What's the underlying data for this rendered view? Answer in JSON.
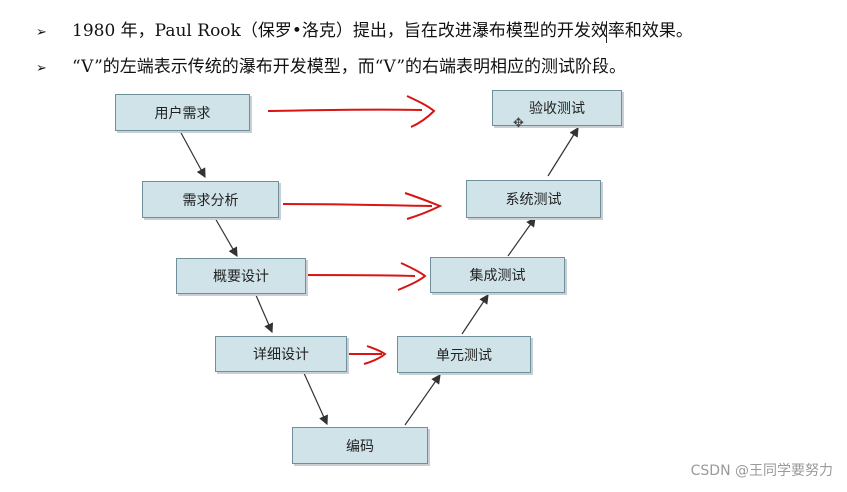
{
  "bullets": [
    {
      "marker": "➢",
      "text": "1980 年，Paul Rook（保罗•洛克）提出，旨在改进瀑布模型的开发效率和效果。"
    },
    {
      "marker": "➢",
      "text": "“V”的左端表示传统的瀑布开发模型，而“V”的右端表明相应的测试阶段。"
    }
  ],
  "diagram": {
    "left": [
      "用户需求",
      "需求分析",
      "概要设计",
      "详细设计"
    ],
    "bottom": "编码",
    "right": [
      "验收测试",
      "系统测试",
      "集成测试",
      "单元测试"
    ]
  },
  "colors": {
    "box_fill": "#cfe3e9",
    "box_border": "#6f8f9a",
    "arrow_red": "#d91414",
    "line": "#333333"
  },
  "watermark": "CSDN @王同学要努力"
}
